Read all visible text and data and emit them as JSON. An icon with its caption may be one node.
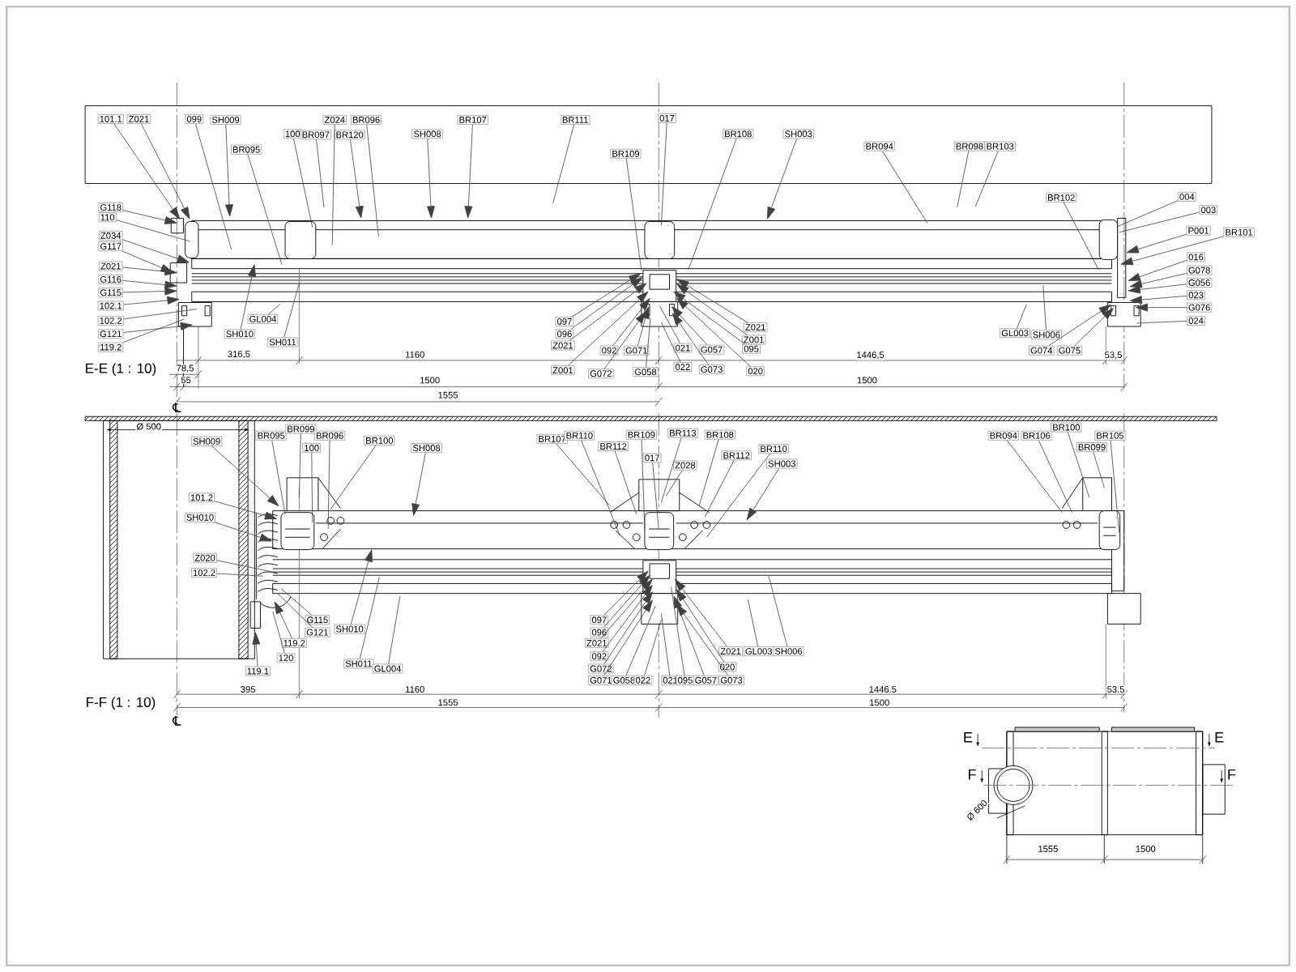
{
  "diagram": {
    "nodes": [
      {
        "text": [
          "101.1"
        ]
      },
      {
        "text": [
          "Z021"
        ]
      },
      {
        "text": [
          "099"
        ]
      },
      {
        "text": [
          "SH009"
        ]
      },
      {
        "text": [
          "BR095"
        ]
      },
      {
        "text": [
          "100"
        ]
      },
      {
        "text": [
          "BR097"
        ]
      },
      {
        "text": [
          "Z024"
        ]
      },
      {
        "text": [
          "BR120"
        ]
      },
      {
        "text": [
          "BR096"
        ]
      },
      {
        "text": [
          "SH008"
        ]
      },
      {
        "text": [
          "BR107"
        ]
      },
      {
        "text": [
          "BR111"
        ]
      },
      {
        "text": [
          "017"
        ]
      },
      {
        "text": [
          "BR109"
        ]
      },
      {
        "text": [
          "BR108"
        ]
      },
      {
        "text": [
          "SH003"
        ]
      },
      {
        "text": [
          "BR094"
        ]
      },
      {
        "text": [
          "BR098"
        ]
      },
      {
        "text": [
          "BR103"
        ]
      },
      {
        "text": [
          "BR102"
        ]
      },
      {
        "text": [
          "004"
        ]
      },
      {
        "text": [
          "003"
        ]
      },
      {
        "text": [
          "P001"
        ]
      },
      {
        "text": [
          "BR101"
        ]
      },
      {
        "text": [
          "016"
        ]
      },
      {
        "text": [
          "G078"
        ]
      },
      {
        "text": [
          "G056"
        ]
      },
      {
        "text": [
          "023"
        ]
      },
      {
        "text": [
          "G076"
        ]
      },
      {
        "text": [
          "024"
        ]
      },
      {
        "text": [
          "G118"
        ]
      },
      {
        "text": [
          "110"
        ]
      },
      {
        "text": [
          "Z034"
        ]
      },
      {
        "text": [
          "G117"
        ]
      },
      {
        "text": [
          "Z021"
        ]
      },
      {
        "text": [
          "G116"
        ]
      },
      {
        "text": [
          "G115"
        ]
      },
      {
        "text": [
          "102.1"
        ]
      },
      {
        "text": [
          "102.2"
        ]
      },
      {
        "text": [
          "G121"
        ]
      },
      {
        "text": [
          "119.2"
        ]
      },
      {
        "text": [
          "SH010"
        ]
      },
      {
        "text": [
          "GL004"
        ]
      },
      {
        "text": [
          "SH011"
        ]
      },
      {
        "text": [
          "097"
        ]
      },
      {
        "text": [
          "096"
        ]
      },
      {
        "text": [
          "Z021"
        ]
      },
      {
        "text": [
          "Z001"
        ]
      },
      {
        "text": [
          "092"
        ]
      },
      {
        "text": [
          "G071"
        ]
      },
      {
        "text": [
          "G072"
        ]
      },
      {
        "text": [
          "G058"
        ]
      },
      {
        "text": [
          "021"
        ]
      },
      {
        "text": [
          "022"
        ]
      },
      {
        "text": [
          "G057"
        ]
      },
      {
        "text": [
          "G073"
        ]
      },
      {
        "text": [
          "Z021"
        ]
      },
      {
        "text": [
          "Z001"
        ]
      },
      {
        "text": [
          "095"
        ]
      },
      {
        "text": [
          "020"
        ]
      },
      {
        "text": [
          "GL003"
        ]
      },
      {
        "text": [
          "SH006"
        ]
      },
      {
        "text": [
          "G074"
        ]
      },
      {
        "text": [
          "G075"
        ]
      },
      {
        "text": [
          "SH009"
        ]
      },
      {
        "text": [
          "BR095"
        ]
      },
      {
        "text": [
          "BR099"
        ]
      },
      {
        "text": [
          "100"
        ]
      },
      {
        "text": [
          "BR096"
        ]
      },
      {
        "text": [
          "BR100"
        ]
      },
      {
        "text": [
          "SH008"
        ]
      },
      {
        "text": [
          "101.2"
        ]
      },
      {
        "text": [
          "SH010"
        ]
      },
      {
        "text": [
          "Z020"
        ]
      },
      {
        "text": [
          "102.2"
        ]
      },
      {
        "text": [
          "G115"
        ]
      },
      {
        "text": [
          "G121"
        ]
      },
      {
        "text": [
          "119.2"
        ]
      },
      {
        "text": [
          "120"
        ]
      },
      {
        "text": [
          "119.1"
        ]
      },
      {
        "text": [
          "SH010"
        ]
      },
      {
        "text": [
          "SH011"
        ]
      },
      {
        "text": [
          "GL004"
        ]
      },
      {
        "text": [
          "BR107"
        ]
      },
      {
        "text": [
          "BR110"
        ]
      },
      {
        "text": [
          "BR112"
        ]
      },
      {
        "text": [
          "BR109"
        ]
      },
      {
        "text": [
          "BR113"
        ]
      },
      {
        "text": [
          "017"
        ]
      },
      {
        "text": [
          "Z028"
        ]
      },
      {
        "text": [
          "BR108"
        ]
      },
      {
        "text": [
          "BR112"
        ]
      },
      {
        "text": [
          "BR110"
        ]
      },
      {
        "text": [
          "SH003"
        ]
      },
      {
        "text": [
          "097"
        ]
      },
      {
        "text": [
          "096"
        ]
      },
      {
        "text": [
          "Z021"
        ]
      },
      {
        "text": [
          "092"
        ]
      },
      {
        "text": [
          "G072"
        ]
      },
      {
        "text": [
          "G071"
        ]
      },
      {
        "text": [
          "G058"
        ]
      },
      {
        "text": [
          "022"
        ]
      },
      {
        "text": [
          "021"
        ]
      },
      {
        "text": [
          "095"
        ]
      },
      {
        "text": [
          "G057"
        ]
      },
      {
        "text": [
          "G073"
        ]
      },
      {
        "text": [
          "020"
        ]
      },
      {
        "text": [
          "Z021"
        ]
      },
      {
        "text": [
          "GL003"
        ]
      },
      {
        "text": [
          "SH006"
        ]
      },
      {
        "text": [
          "BR094"
        ]
      },
      {
        "text": [
          "BR106"
        ]
      },
      {
        "text": [
          "BR100"
        ]
      },
      {
        "text": [
          "BR099"
        ]
      },
      {
        "text": [
          "BR105"
        ]
      }
    ],
    "edges": [
      {
        "from": 0,
        "to": null,
        "arrow": "to"
      },
      {
        "from": 1,
        "to": null,
        "arrow": "to"
      },
      {
        "from": 2,
        "to": null,
        "arrow": "none"
      },
      {
        "from": 3,
        "to": null,
        "arrow": "to"
      },
      {
        "from": 4,
        "to": null,
        "arrow": "none"
      },
      {
        "from": 5,
        "to": null,
        "arrow": "none"
      },
      {
        "from": 6,
        "to": null,
        "arrow": "none"
      },
      {
        "from": 7,
        "to": null,
        "arrow": "none"
      },
      {
        "from": 8,
        "to": null,
        "arrow": "to"
      },
      {
        "from": 9,
        "to": null,
        "arrow": "none"
      },
      {
        "from": 10,
        "to": null,
        "arrow": "to"
      },
      {
        "from": 11,
        "to": null,
        "arrow": "to"
      },
      {
        "from": 12,
        "to": null,
        "arrow": "none"
      },
      {
        "from": 13,
        "to": null,
        "arrow": "none"
      },
      {
        "from": 14,
        "to": null,
        "arrow": "none"
      },
      {
        "from": 15,
        "to": null,
        "arrow": "none"
      },
      {
        "from": 16,
        "to": null,
        "arrow": "to"
      },
      {
        "from": 17,
        "to": null,
        "arrow": "none"
      },
      {
        "from": 18,
        "to": null,
        "arrow": "none"
      },
      {
        "from": 19,
        "to": null,
        "arrow": "none"
      },
      {
        "from": 20,
        "to": null,
        "arrow": "none"
      },
      {
        "from": 21,
        "to": null,
        "arrow": "none"
      },
      {
        "from": 22,
        "to": null,
        "arrow": "none"
      },
      {
        "from": 23,
        "to": null,
        "arrow": "to"
      },
      {
        "from": 24,
        "to": null,
        "arrow": "to"
      },
      {
        "from": 25,
        "to": null,
        "arrow": "to"
      },
      {
        "from": 26,
        "to": null,
        "arrow": "to"
      },
      {
        "from": 27,
        "to": null,
        "arrow": "to"
      },
      {
        "from": 28,
        "to": null,
        "arrow": "to"
      },
      {
        "from": 29,
        "to": null,
        "arrow": "to"
      },
      {
        "from": 30,
        "to": null,
        "arrow": "none"
      },
      {
        "from": 31,
        "to": null,
        "arrow": "to"
      },
      {
        "from": 32,
        "to": null,
        "arrow": "none"
      },
      {
        "from": 33,
        "to": null,
        "arrow": "to"
      },
      {
        "from": 34,
        "to": null,
        "arrow": "to"
      },
      {
        "from": 35,
        "to": null,
        "arrow": "to"
      },
      {
        "from": 36,
        "to": null,
        "arrow": "to"
      },
      {
        "from": 37,
        "to": null,
        "arrow": "to"
      },
      {
        "from": 38,
        "to": null,
        "arrow": "to"
      },
      {
        "from": 39,
        "to": null,
        "arrow": "none"
      },
      {
        "from": 40,
        "to": null,
        "arrow": "to"
      },
      {
        "from": 41,
        "to": null,
        "arrow": "none"
      },
      {
        "from": 42,
        "to": null,
        "arrow": "to"
      },
      {
        "from": 43,
        "to": null,
        "arrow": "none"
      },
      {
        "from": 44,
        "to": null,
        "arrow": "none"
      },
      {
        "from": 45,
        "to": null,
        "arrow": "to"
      },
      {
        "from": 46,
        "to": null,
        "arrow": "to"
      },
      {
        "from": 47,
        "to": null,
        "arrow": "to"
      },
      {
        "from": 48,
        "to": null,
        "arrow": "to"
      },
      {
        "from": 49,
        "to": null,
        "arrow": "to"
      },
      {
        "from": 50,
        "to": null,
        "arrow": "to"
      },
      {
        "from": 51,
        "to": null,
        "arrow": "to"
      },
      {
        "from": 52,
        "to": null,
        "arrow": "none"
      },
      {
        "from": 53,
        "to": null,
        "arrow": "none"
      },
      {
        "from": 54,
        "to": null,
        "arrow": "none"
      },
      {
        "from": 55,
        "to": null,
        "arrow": "to"
      },
      {
        "from": 56,
        "to": null,
        "arrow": "to"
      },
      {
        "from": 57,
        "to": null,
        "arrow": "to"
      },
      {
        "from": 58,
        "to": null,
        "arrow": "to"
      },
      {
        "from": 59,
        "to": null,
        "arrow": "to"
      },
      {
        "from": 60,
        "to": null,
        "arrow": "to"
      },
      {
        "from": 61,
        "to": null,
        "arrow": "none"
      },
      {
        "from": 62,
        "to": null,
        "arrow": "none"
      },
      {
        "from": 63,
        "to": null,
        "arrow": "to"
      },
      {
        "from": 64,
        "to": null,
        "arrow": "to"
      },
      {
        "from": 65,
        "to": null,
        "arrow": "to"
      },
      {
        "from": 66,
        "to": null,
        "arrow": "none"
      },
      {
        "from": 67,
        "to": null,
        "arrow": "none"
      },
      {
        "from": 68,
        "to": null,
        "arrow": "none"
      },
      {
        "from": 69,
        "to": null,
        "arrow": "none"
      },
      {
        "from": 70,
        "to": null,
        "arrow": "none"
      },
      {
        "from": 71,
        "to": null,
        "arrow": "to"
      },
      {
        "from": 72,
        "to": null,
        "arrow": "to"
      },
      {
        "from": 73,
        "to": null,
        "arrow": "to"
      },
      {
        "from": 74,
        "to": null,
        "arrow": "none"
      },
      {
        "from": 75,
        "to": null,
        "arrow": "none"
      },
      {
        "from": 76,
        "to": null,
        "arrow": "none"
      },
      {
        "from": 77,
        "to": null,
        "arrow": "none"
      },
      {
        "from": 78,
        "to": null,
        "arrow": "to"
      },
      {
        "from": 79,
        "to": null,
        "arrow": "none"
      },
      {
        "from": 80,
        "to": null,
        "arrow": "to"
      },
      {
        "from": 81,
        "to": null,
        "arrow": "to"
      },
      {
        "from": 82,
        "to": null,
        "arrow": "none"
      },
      {
        "from": 83,
        "to": null,
        "arrow": "none"
      },
      {
        "from": 84,
        "to": null,
        "arrow": "none"
      },
      {
        "from": 85,
        "to": null,
        "arrow": "none"
      },
      {
        "from": 86,
        "to": null,
        "arrow": "none"
      },
      {
        "from": 87,
        "to": null,
        "arrow": "none"
      },
      {
        "from": 88,
        "to": null,
        "arrow": "none"
      },
      {
        "from": 89,
        "to": null,
        "arrow": "none"
      },
      {
        "from": 90,
        "to": null,
        "arrow": "none"
      },
      {
        "from": 91,
        "to": null,
        "arrow": "none"
      },
      {
        "from": 92,
        "to": null,
        "arrow": "none"
      },
      {
        "from": 93,
        "to": null,
        "arrow": "none"
      },
      {
        "from": 94,
        "to": null,
        "arrow": "to"
      },
      {
        "from": 95,
        "to": null,
        "arrow": "to"
      },
      {
        "from": 96,
        "to": null,
        "arrow": "to"
      },
      {
        "from": 97,
        "to": null,
        "arrow": "to"
      },
      {
        "from": 98,
        "to": null,
        "arrow": "to"
      },
      {
        "from": 99,
        "to": null,
        "arrow": "to"
      },
      {
        "from": 100,
        "to": null,
        "arrow": "to"
      },
      {
        "from": 101,
        "to": null,
        "arrow": "none"
      },
      {
        "from": 102,
        "to": null,
        "arrow": "none"
      },
      {
        "from": 103,
        "to": null,
        "arrow": "none"
      },
      {
        "from": 104,
        "to": null,
        "arrow": "none"
      },
      {
        "from": 105,
        "to": null,
        "arrow": "to"
      },
      {
        "from": 106,
        "to": null,
        "arrow": "to"
      },
      {
        "from": 107,
        "to": null,
        "arrow": "to"
      },
      {
        "from": 108,
        "to": null,
        "arrow": "to"
      },
      {
        "from": 109,
        "to": null,
        "arrow": "none"
      },
      {
        "from": 110,
        "to": null,
        "arrow": "none"
      },
      {
        "from": 111,
        "to": null,
        "arrow": "none"
      },
      {
        "from": 112,
        "to": null,
        "arrow": "none"
      },
      {
        "from": 113,
        "to": null,
        "arrow": "none"
      },
      {
        "from": 114,
        "to": null,
        "arrow": "none"
      },
      {
        "from": 115,
        "to": null,
        "arrow": "none"
      }
    ],
    "labels": [
      "E-E (1 : 10)",
      "316,5",
      "1160",
      "1446,5",
      "53,5",
      "78,5",
      "55",
      "1500",
      "1500",
      "1555",
      "℄",
      "Ø 500",
      "395",
      "1160",
      "1446.5",
      "53.5",
      "1555",
      "1500",
      "F-F (1 : 10)",
      "℄",
      "E",
      "E",
      "F",
      "F",
      "Ø 600",
      "1555",
      "1500"
    ]
  }
}
